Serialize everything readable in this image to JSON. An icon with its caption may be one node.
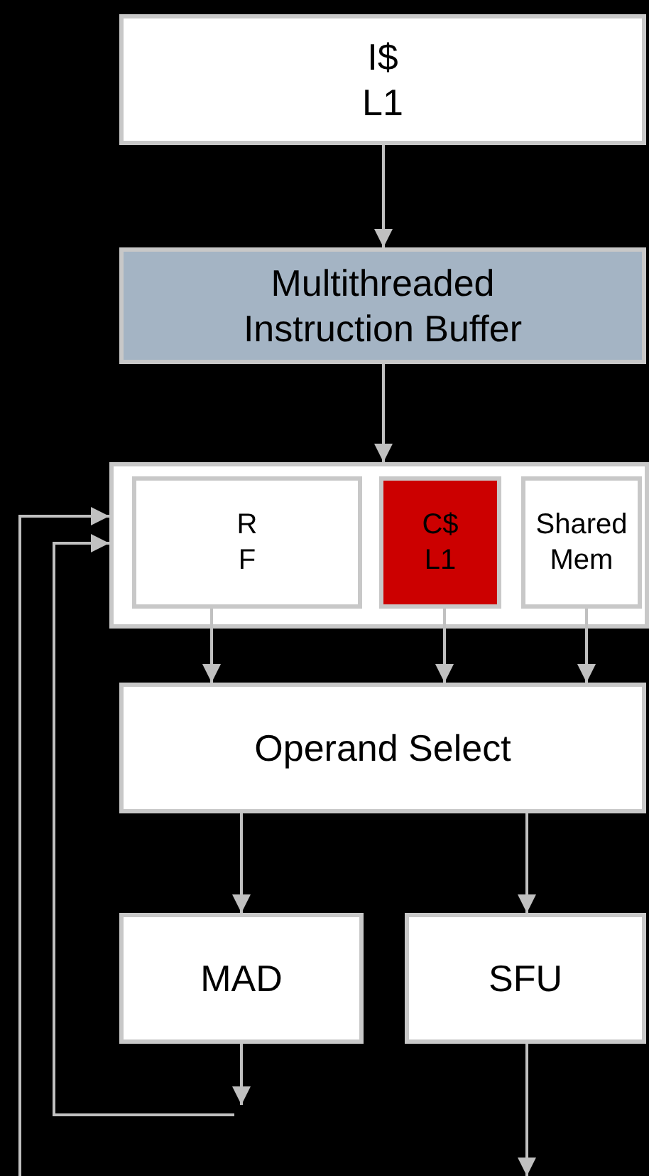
{
  "diagram": {
    "nodes": [
      {
        "text": [
          "I$ L1"
        ]
      },
      {
        "text": [
          "Multithreaded Instruction Buffer"
        ]
      },
      {
        "text": [],
        "shape": "box"
      },
      {
        "text": [
          "R F"
        ],
        "in": 2
      },
      {
        "text": [
          "C$ L1"
        ],
        "in": 2
      },
      {
        "text": [
          "Shared Mem"
        ],
        "in": 2
      },
      {
        "text": [
          "Operand Select"
        ]
      },
      {
        "text": [
          "MAD"
        ]
      },
      {
        "text": [
          "SFU"
        ]
      }
    ],
    "edges": [
      {
        "from": 0,
        "to": 1,
        "arrow": "to"
      },
      {
        "from": 1,
        "to": 2,
        "arrow": "to"
      },
      {
        "from": 3,
        "to": 6,
        "arrow": "to"
      },
      {
        "from": 4,
        "to": 6,
        "arrow": "to"
      },
      {
        "from": 5,
        "to": 6,
        "arrow": "to"
      },
      {
        "from": 6,
        "to": 7,
        "arrow": "to"
      },
      {
        "from": 6,
        "to": 8,
        "arrow": "to"
      },
      {
        "from": 7,
        "to": null,
        "arrow": "to"
      },
      {
        "from": null,
        "to": 2,
        "arrow": "to"
      },
      {
        "from": null,
        "to": 2,
        "arrow": "to"
      },
      {
        "from": 8,
        "to": null,
        "arrow": "to"
      }
    ]
  }
}
